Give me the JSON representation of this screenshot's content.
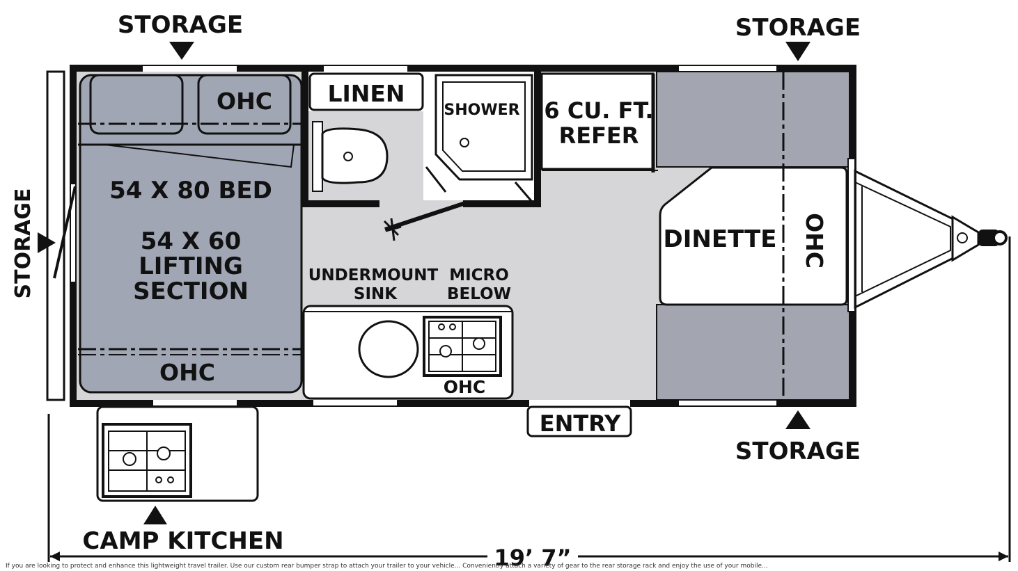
{
  "colors": {
    "wall": "#111111",
    "floor": "#d6d6d8",
    "bed": "#a0a6b4",
    "panel": "#a3a6b0",
    "white": "#ffffff"
  },
  "labels": {
    "storage_top_left": "STORAGE",
    "storage_top_right": "STORAGE",
    "storage_left": "STORAGE",
    "storage_bottom_right": "STORAGE",
    "ohc_bed_top": "OHC",
    "linen": "LINEN",
    "shower": "SHOWER",
    "refer_line1": "6 CU. FT.",
    "refer_line2": "REFER",
    "bed": "54 X 80 BED",
    "lifting_line1": "54 X 60",
    "lifting_line2": "LIFTING",
    "lifting_line3": "SECTION",
    "dinette": "DINETTE",
    "ohc_front": "OHC",
    "sink_line1": "UNDERMOUNT",
    "sink_line2": "SINK",
    "micro_line1": "MICRO",
    "micro_line2": "BELOW",
    "ohc_bed_bottom": "OHC",
    "ohc_kitchen": "OHC",
    "entry": "ENTRY",
    "camp_kitchen": "CAMP KITCHEN",
    "length": "19’ 7”"
  },
  "disclaimer": "If you are looking to protect and enhance this lightweight travel trailer. Use our custom rear bumper strap to attach your trailer to your vehicle... Conveniently attach a variety of gear to the rear storage rack and enjoy the use of your mobile... "
}
